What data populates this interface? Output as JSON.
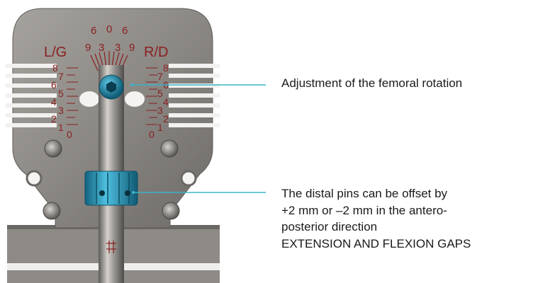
{
  "scale": {
    "left_label": "L/G",
    "right_label": "R/D",
    "top_numbers": [
      "9",
      "6",
      "3",
      "0",
      "3",
      "6",
      "9"
    ],
    "left_numbers": [
      "8",
      "7",
      "6",
      "5",
      "4",
      "3",
      "2",
      "1",
      "0"
    ],
    "right_numbers": [
      "8",
      "7",
      "6",
      "5",
      "4",
      "3",
      "2",
      "1",
      "0"
    ]
  },
  "callouts": [
    {
      "text": "Adjustment of the femoral rotation"
    },
    {
      "lines": [
        "The distal pins can be offset by",
        "+2 mm or –2 mm in the antero-",
        "posterior direction",
        "EXTENSION AND FLEXION GAPS"
      ]
    }
  ],
  "colors": {
    "leader_line": "#3bb3c8",
    "scale_marks": "#8a1f1f",
    "knob_blue": "#2b9ec2",
    "metal": "#8c8a87"
  }
}
